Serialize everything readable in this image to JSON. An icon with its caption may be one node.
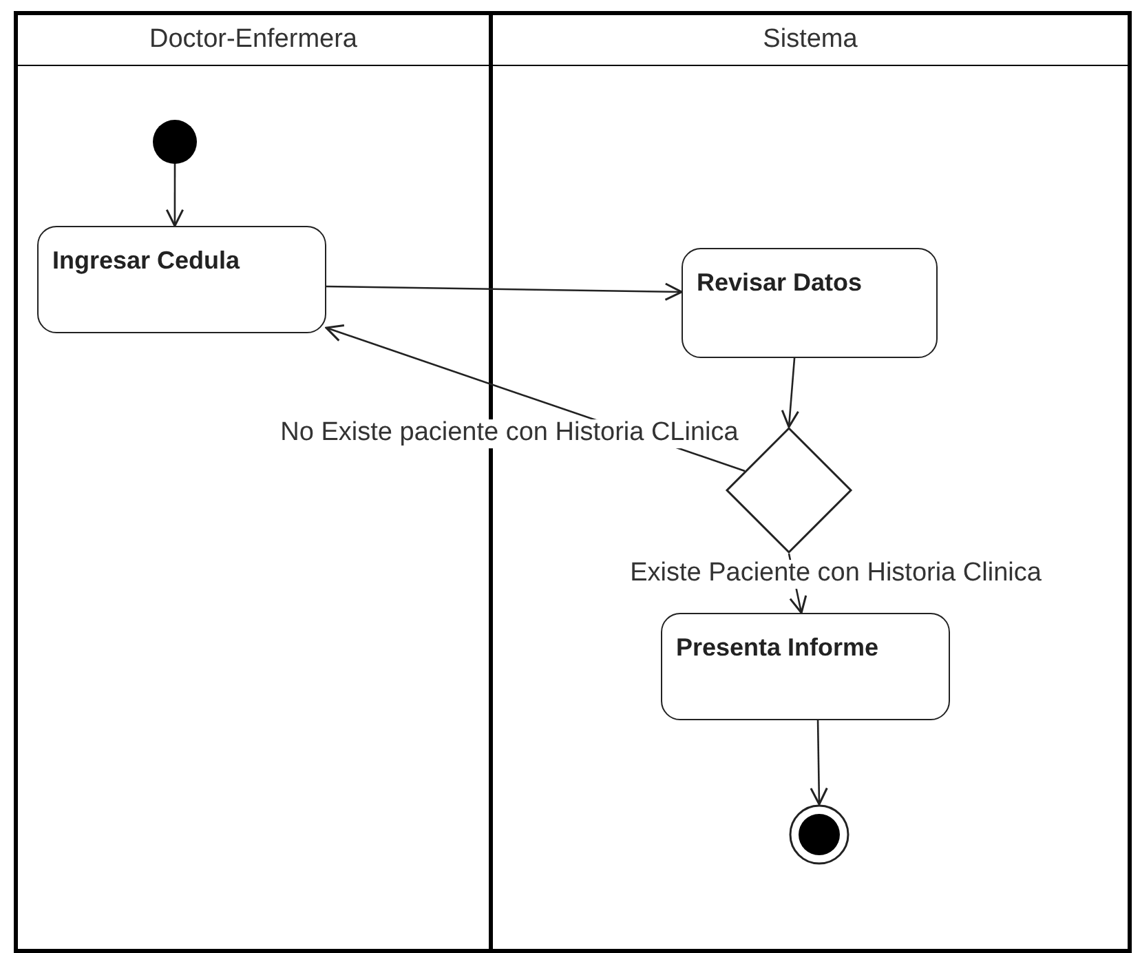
{
  "diagram": {
    "nodes": [
      {
        "text": [
          "Doctor-Enfermera"
        ]
      },
      {
        "text": [
          "Sistema"
        ]
      },
      {
        "text": [],
        "shape": "circle",
        "in": 0
      },
      {
        "text": [
          "Ingresar Cedula"
        ],
        "in": 0
      },
      {
        "text": [
          "Revisar Datos"
        ],
        "in": 1
      },
      {
        "text": [],
        "shape": "diamond",
        "in": 1
      },
      {
        "text": [
          "Presenta Informe"
        ],
        "in": 1
      },
      {
        "text": [],
        "shape": "final-state",
        "in": 1
      }
    ],
    "edges": [
      {
        "from": 2,
        "to": 3,
        "arrow": "to"
      },
      {
        "from": 3,
        "to": 4,
        "arrow": "to"
      },
      {
        "from": 4,
        "to": 5,
        "arrow": "to"
      },
      {
        "from": 5,
        "to": 3,
        "arrow": "to",
        "label": "No Existe paciente con Historia CLinica"
      },
      {
        "from": 5,
        "to": 6,
        "arrow": "to",
        "label": "Existe Paciente con Historia Clinica"
      },
      {
        "from": 6,
        "to": 7,
        "arrow": "to"
      }
    ]
  }
}
